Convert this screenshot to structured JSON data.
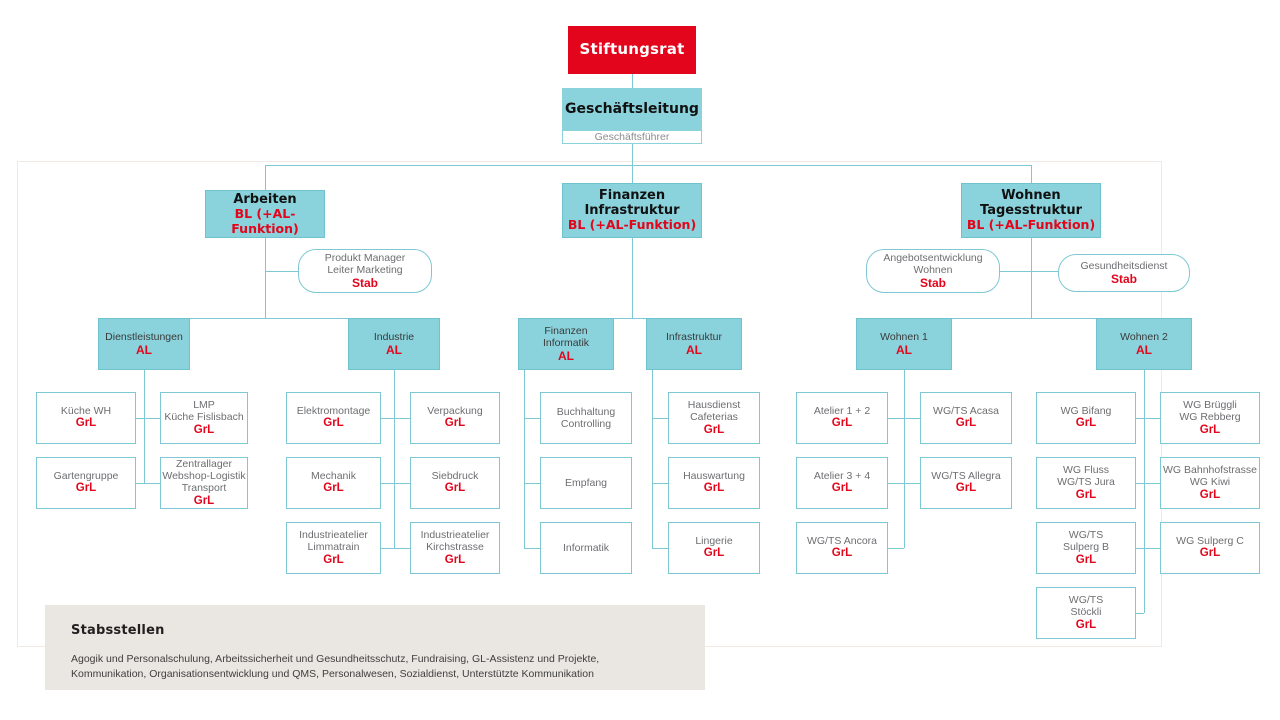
{
  "colors": {
    "accent_red": "#e3051b",
    "teal": "#8ad2dc",
    "line": "#7ec8d4",
    "footer_bg": "#eae6e1",
    "text_grey": "#6d6e71"
  },
  "root": {
    "label": "Stiftungsrat"
  },
  "management": {
    "title": "Geschäftsleitung",
    "subtitle": "Geschäftsführer"
  },
  "divisions": [
    {
      "name": "arbeiten",
      "lines": [
        "Arbeiten"
      ],
      "role": "BL (+AL-Funktion)"
    },
    {
      "name": "finanzen-infrastruktur",
      "lines": [
        "Finanzen",
        "Infrastruktur"
      ],
      "role": "BL (+AL-Funktion)"
    },
    {
      "name": "wohnen-tagesstruktur",
      "lines": [
        "Wohnen",
        "Tagesstruktur"
      ],
      "role": "BL (+AL-Funktion)"
    }
  ],
  "staff_units": [
    {
      "name": "produkt-manager",
      "lines": [
        "Produkt Manager",
        "Leiter Marketing"
      ],
      "role": "Stab"
    },
    {
      "name": "angebotsentwicklung-wohnen",
      "lines": [
        "Angebotsentwicklung",
        "Wohnen"
      ],
      "role": "Stab"
    },
    {
      "name": "gesundheitsdienst",
      "lines": [
        "Gesundheitsdienst"
      ],
      "role": "Stab"
    }
  ],
  "departments": [
    {
      "name": "dienstleistungen",
      "lines": [
        "Dienstleistungen"
      ],
      "role": "AL"
    },
    {
      "name": "industrie",
      "lines": [
        "Industrie"
      ],
      "role": "AL"
    },
    {
      "name": "finanzen-informatik",
      "lines": [
        "Finanzen",
        "Informatik"
      ],
      "role": "AL"
    },
    {
      "name": "infrastruktur",
      "lines": [
        "Infrastruktur"
      ],
      "role": "AL"
    },
    {
      "name": "wohnen-1",
      "lines": [
        "Wohnen 1"
      ],
      "role": "AL"
    },
    {
      "name": "wohnen-2",
      "lines": [
        "Wohnen 2"
      ],
      "role": "AL"
    }
  ],
  "groups": {
    "dienstleistungen": [
      {
        "name": "kueche-wh",
        "lines": [
          "Küche WH"
        ],
        "role": "GrL"
      },
      {
        "name": "lmp-kueche-fislisbach",
        "lines": [
          "LMP",
          "Küche Fislisbach"
        ],
        "role": "GrL"
      },
      {
        "name": "gartengruppe",
        "lines": [
          "Gartengruppe"
        ],
        "role": "GrL"
      },
      {
        "name": "zentrallager",
        "lines": [
          "Zentrallager",
          "Webshop-Logistik",
          "Transport"
        ],
        "role": "GrL"
      }
    ],
    "industrie": [
      {
        "name": "elektromontage",
        "lines": [
          "Elektromontage"
        ],
        "role": "GrL"
      },
      {
        "name": "verpackung",
        "lines": [
          "Verpackung"
        ],
        "role": "GrL"
      },
      {
        "name": "mechanik",
        "lines": [
          "Mechanik"
        ],
        "role": "GrL"
      },
      {
        "name": "siebdruck",
        "lines": [
          "Siebdruck"
        ],
        "role": "GrL"
      },
      {
        "name": "industrieatelier-limmatrain",
        "lines": [
          "Industrieatelier",
          "Limmatrain"
        ],
        "role": "GrL"
      },
      {
        "name": "industrieatelier-kirchstrasse",
        "lines": [
          "Industrieatelier",
          "Kirchstrasse"
        ],
        "role": "GrL"
      }
    ],
    "finanzen_informatik": [
      {
        "name": "buchhaltung-controlling",
        "lines": [
          "Buchhaltung",
          "Controlling"
        ],
        "role": ""
      },
      {
        "name": "empfang",
        "lines": [
          "Empfang"
        ],
        "role": ""
      },
      {
        "name": "informatik",
        "lines": [
          "Informatik"
        ],
        "role": ""
      }
    ],
    "infrastruktur": [
      {
        "name": "hausdienst-cafeterias",
        "lines": [
          "Hausdienst",
          "Cafeterias"
        ],
        "role": "GrL"
      },
      {
        "name": "hauswartung",
        "lines": [
          "Hauswartung"
        ],
        "role": "GrL"
      },
      {
        "name": "lingerie",
        "lines": [
          "Lingerie"
        ],
        "role": "GrL"
      }
    ],
    "wohnen_1": [
      {
        "name": "atelier-1-2",
        "lines": [
          "Atelier 1 + 2"
        ],
        "role": "GrL"
      },
      {
        "name": "wg-ts-acasa",
        "lines": [
          "WG/TS Acasa"
        ],
        "role": "GrL"
      },
      {
        "name": "atelier-3-4",
        "lines": [
          "Atelier 3 + 4"
        ],
        "role": "GrL"
      },
      {
        "name": "wg-ts-allegra",
        "lines": [
          "WG/TS Allegra"
        ],
        "role": "GrL"
      },
      {
        "name": "wg-ts-ancora",
        "lines": [
          "WG/TS Ancora"
        ],
        "role": "GrL"
      }
    ],
    "wohnen_2": [
      {
        "name": "wg-bifang",
        "lines": [
          "WG Bifang"
        ],
        "role": "GrL"
      },
      {
        "name": "wg-brueggli-rebberg",
        "lines": [
          "WG Brüggli",
          "WG Rebberg"
        ],
        "role": "GrL"
      },
      {
        "name": "wg-fluss-jura",
        "lines": [
          "WG Fluss",
          "WG/TS Jura"
        ],
        "role": "GrL"
      },
      {
        "name": "wg-bahnhofstrasse-kiwi",
        "lines": [
          "WG Bahnhofstrasse",
          "WG Kiwi"
        ],
        "role": "GrL"
      },
      {
        "name": "wg-ts-sulperg-b",
        "lines": [
          "WG/TS",
          "Sulperg B"
        ],
        "role": "GrL"
      },
      {
        "name": "wg-sulperg-c",
        "lines": [
          "WG Sulperg C"
        ],
        "role": "GrL"
      },
      {
        "name": "wg-ts-stoeckli",
        "lines": [
          "WG/TS",
          "Stöckli"
        ],
        "role": "GrL"
      }
    ]
  },
  "footer": {
    "title": "Stabsstellen",
    "body": "Agogik und Personalschulung, Arbeitssicherheit und Gesundheitsschutz, Fundraising, GL-Assistenz und Projekte, Kommunikation, Organisationsentwicklung und QMS, Personalwesen, Sozialdienst, Unterstützte Kommunikation"
  }
}
